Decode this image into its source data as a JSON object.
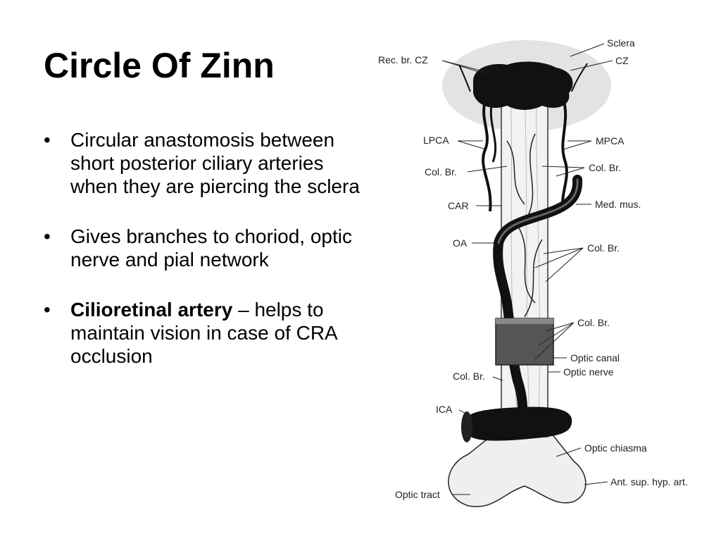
{
  "slide": {
    "title": "Circle Of Zinn",
    "bullets": [
      {
        "text": "Circular anastomosis between short posterior ciliary arteries when they are piercing the sclera"
      },
      {
        "text": "Gives branches to choriod, optic nerve and pial network"
      },
      {
        "bold": "Cilioretinal artery",
        "text": " – helps to maintain vision in case of CRA occlusion"
      }
    ],
    "bullet_glyph": "•"
  },
  "figure": {
    "labels": {
      "sclera": "Sclera",
      "rec_br_cz": "Rec. br. CZ",
      "cz": "CZ",
      "lpca": "LPCA",
      "mpca": "MPCA",
      "col_br_left_1": "Col. Br.",
      "col_br_right_1": "Col. Br.",
      "car": "CAR",
      "med_mus": "Med. mus.",
      "oa": "OA",
      "col_br_right_2": "Col. Br.",
      "col_br_right_3": "Col. Br.",
      "optic_canal": "Optic canal",
      "col_br_left_2": "Col. Br.",
      "optic_nerve": "Optic nerve",
      "ica": "ICA",
      "optic_chiasma": "Optic chiasma",
      "ant_sup_hyp_art": "Ant. sup. hyp. art.",
      "optic_tract": "Optic tract"
    }
  }
}
